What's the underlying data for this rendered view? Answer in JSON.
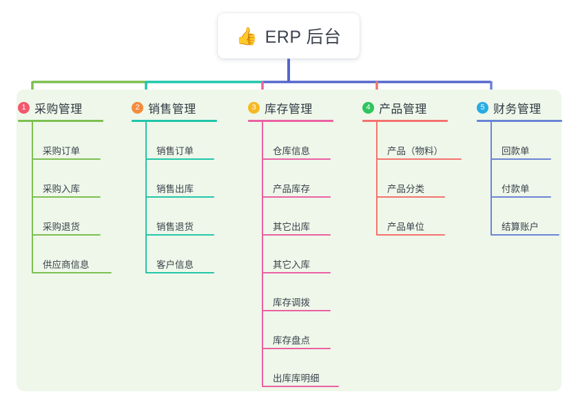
{
  "diagram": {
    "type": "mindmap",
    "root": {
      "icon": "thumbs-up-icon",
      "emoji": "👍",
      "title": "ERP 后台"
    },
    "panel_color": "#eef7e9",
    "branches": [
      {
        "number": "1",
        "title": "采购管理",
        "badge_color": "#f4566b",
        "line_color": "#7cbe4f",
        "items": [
          {
            "label": "采购订单"
          },
          {
            "label": "采购入库"
          },
          {
            "label": "采购退货"
          },
          {
            "label": "供应商信息"
          }
        ]
      },
      {
        "number": "2",
        "title": "销售管理",
        "badge_color": "#f58b3c",
        "line_color": "#1ec4a6",
        "items": [
          {
            "label": "销售订单"
          },
          {
            "label": "销售出库"
          },
          {
            "label": "销售退货"
          },
          {
            "label": "客户信息"
          }
        ]
      },
      {
        "number": "3",
        "title": "库存管理",
        "badge_color": "#f6b станции"
      }
    ]
  }
}
